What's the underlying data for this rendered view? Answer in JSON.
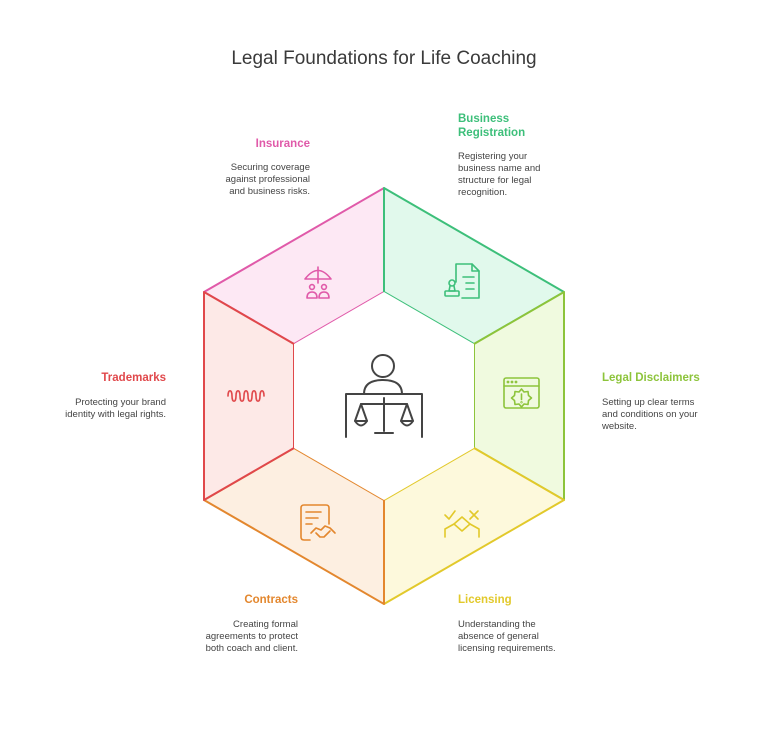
{
  "title": "Legal Foundations for Life Coaching",
  "segments": [
    {
      "label": "Insurance",
      "description": "Securing coverage against professional and business risks.",
      "color": "#e05aa9",
      "icon": "umbrella-people-icon"
    },
    {
      "label": "Business Registration",
      "description": "Registering your business name and structure for legal recognition.",
      "color": "#3dbf7a",
      "icon": "document-stamp-icon"
    },
    {
      "label": "Legal Disclaimers",
      "description": "Setting up clear terms and conditions on your website.",
      "color": "#8dc43b",
      "icon": "browser-alert-icon"
    },
    {
      "label": "Licensing",
      "description": "Understanding the absence of general licensing requirements.",
      "color": "#e2c92b",
      "icon": "check-cross-hands-icon"
    },
    {
      "label": "Contracts",
      "description": "Creating formal agreements to protect both coach and client.",
      "color": "#e3872e",
      "icon": "contract-handshake-icon"
    },
    {
      "label": "Trademarks",
      "description": "Protecting your brand identity with legal rights.",
      "color": "#e0484b",
      "icon": "waveform-icon"
    }
  ],
  "center": {
    "icon": "person-scales-icon"
  }
}
